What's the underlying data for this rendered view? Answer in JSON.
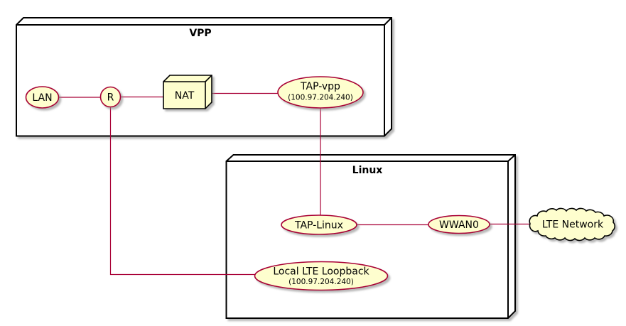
{
  "diagram": {
    "background": "#FFFFFF",
    "colors": {
      "shape_fill": "#FEFECE",
      "usecase_border": "#A80036",
      "connector_line": "#A80036",
      "container_border": "#000000",
      "text": "#000000"
    },
    "containers": {
      "vpp": {
        "label": "VPP"
      },
      "linux": {
        "label": "Linux"
      }
    },
    "nodes": {
      "lan": {
        "label": "LAN",
        "shape": "ellipse"
      },
      "r": {
        "label": "R",
        "shape": "circle"
      },
      "nat": {
        "label": "NAT",
        "shape": "box3d"
      },
      "tap_vpp": {
        "label": "TAP-vpp",
        "address": "(100.97.204.240)",
        "shape": "ellipse"
      },
      "tap_linux": {
        "label": "TAP-Linux",
        "shape": "ellipse"
      },
      "wwan0": {
        "label": "WWAN0",
        "shape": "ellipse"
      },
      "loopback": {
        "label": "Local LTE Loopback",
        "address": "(100.97.204.240)",
        "shape": "ellipse"
      },
      "lte": {
        "label": "LTE Network",
        "shape": "cloud"
      }
    },
    "connections": [
      {
        "from": "LAN",
        "to": "R"
      },
      {
        "from": "R",
        "to": "NAT"
      },
      {
        "from": "NAT",
        "to": "TAP-vpp"
      },
      {
        "from": "TAP-vpp",
        "to": "TAP-Linux"
      },
      {
        "from": "TAP-Linux",
        "to": "WWAN0"
      },
      {
        "from": "WWAN0",
        "to": "LTE Network"
      },
      {
        "from": "R",
        "to": "Local LTE Loopback"
      }
    ]
  }
}
